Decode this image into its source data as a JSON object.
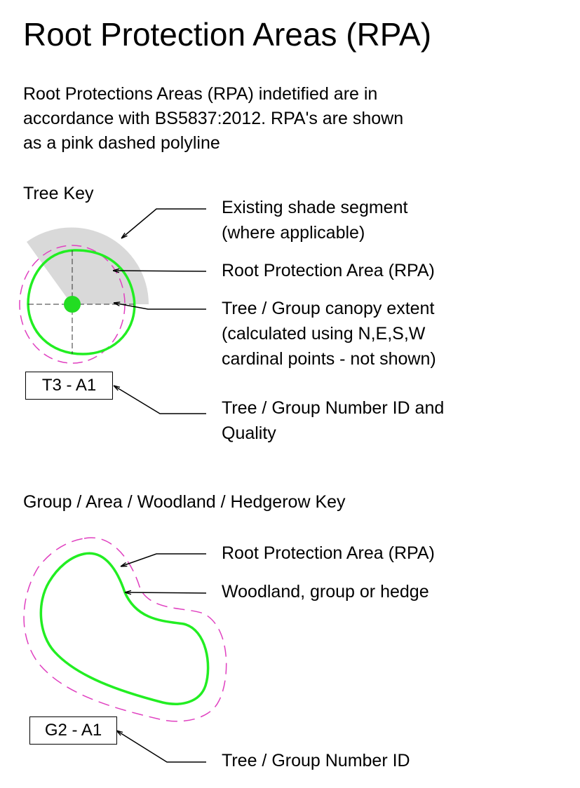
{
  "title": "Root Protection Areas (RPA)",
  "intro": [
    "Root Protections Areas (RPA) indetified are in",
    "accordance with BS5837:2012.  RPA's are shown",
    "as a pink dashed polyline"
  ],
  "tree_key": {
    "heading": "Tree Key",
    "tag": "T3 - A1",
    "labels": {
      "shade_1": "Existing shade segment",
      "shade_2": "(where applicable)",
      "rpa": "Root Protection Area (RPA)",
      "canopy_1": "Tree / Group canopy extent",
      "canopy_2": "(calculated using N,E,S,W",
      "canopy_3": "cardinal points - not shown)",
      "id_1": "Tree / Group Number ID and",
      "id_2": "Quality"
    }
  },
  "group_key": {
    "heading": "Group / Area / Woodland / Hedgerow Key",
    "tag": "G2 - A1",
    "labels": {
      "rpa": "Root Protection Area (RPA)",
      "woodland": "Woodland, group or hedge",
      "id": "Tree / Group Number ID"
    }
  },
  "colors": {
    "canopy": "#22ee22",
    "rpa": "#e040c0",
    "shade": "#d9d9d9",
    "stem": "#22dd22",
    "ink": "#000000"
  }
}
